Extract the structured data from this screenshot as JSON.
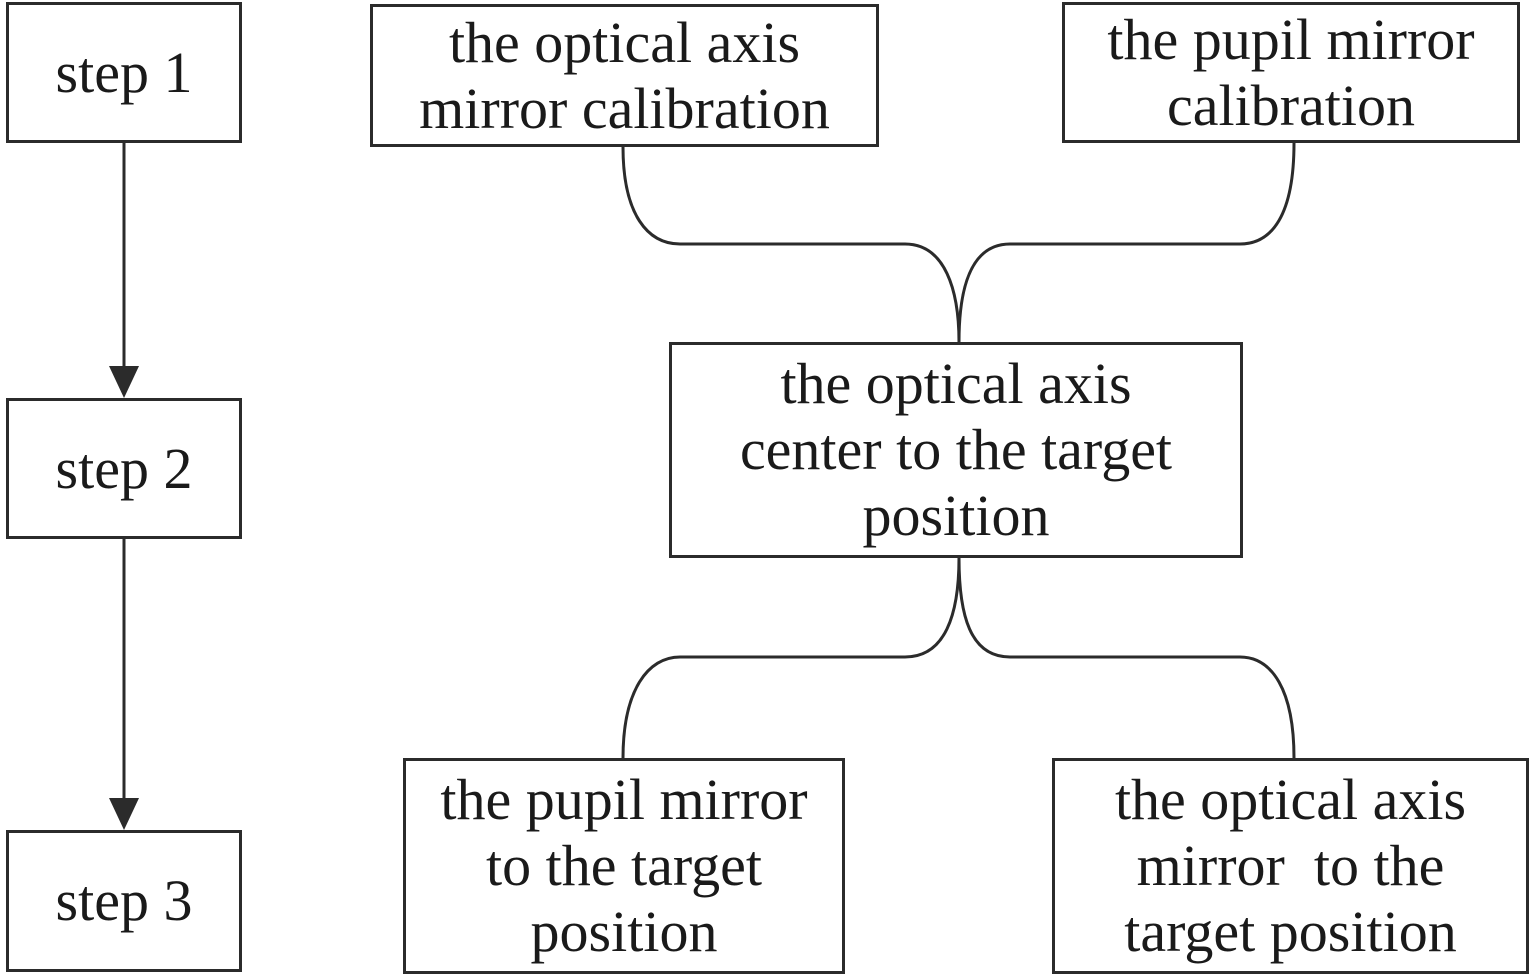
{
  "steps": [
    {
      "label": "step 1"
    },
    {
      "label": "step 2"
    },
    {
      "label": "step 3"
    }
  ],
  "nodes": {
    "axis_calibration": {
      "lines": [
        "the optical axis",
        "mirror calibration"
      ]
    },
    "pupil_calibration": {
      "lines": [
        "the pupil mirror",
        "calibration"
      ]
    },
    "center_to_target": {
      "lines": [
        "the optical axis",
        "center to the target",
        "position"
      ]
    },
    "pupil_to_target": {
      "lines": [
        "the pupil mirror",
        "to the target",
        "position"
      ]
    },
    "axis_to_target": {
      "lines": [
        "the optical axis",
        "mirror  to the",
        "target position"
      ]
    }
  },
  "colors": {
    "stroke": "#2b2b2b",
    "background": "#ffffff"
  }
}
